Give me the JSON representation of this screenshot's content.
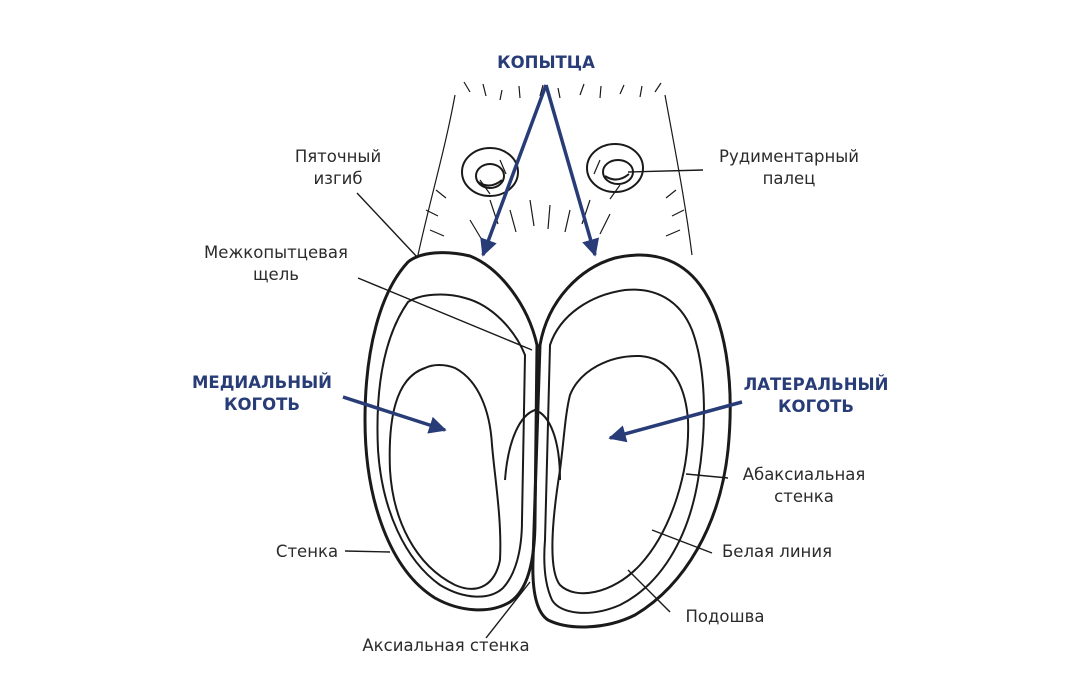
{
  "colors": {
    "accent": "#283c78",
    "outline": "#1a1a1a",
    "label_text": "#2b2b2b"
  },
  "labels": {
    "hooves": "КОПЫТЦА",
    "heel_bend_line1": "Пяточный",
    "heel_bend_line2": "изгиб",
    "rudimentary_toe_line1": "Рудиментарный",
    "rudimentary_toe_line2": "палец",
    "interdigital_cleft_line1": "Межкопытцевая",
    "interdigital_cleft_line2": "щель",
    "medial_claw_line1": "МЕДИАЛЬНЫЙ",
    "medial_claw_line2": "КОГОТЬ",
    "lateral_claw_line1": "ЛАТЕРАЛЬНЫЙ",
    "lateral_claw_line2": "КОГОТЬ",
    "abaxial_wall_line1": "Абаксиальная",
    "abaxial_wall_line2": "стенка",
    "wall": "Стенка",
    "white_line": "Белая линия",
    "sole": "Подошва",
    "axial_wall": "Аксиальная стенка"
  }
}
